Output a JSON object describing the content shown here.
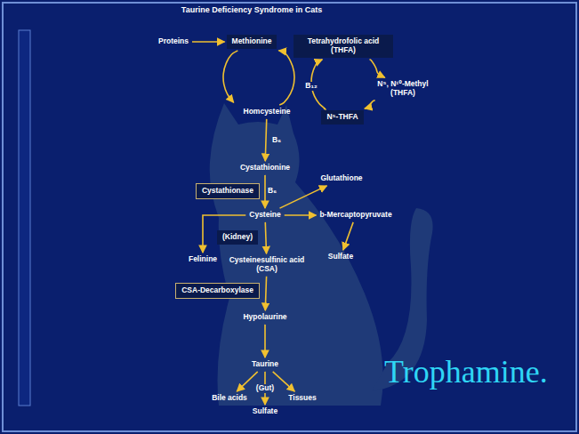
{
  "diagram": {
    "title": "Taurine Deficiency Syndrome in Cats",
    "nodes": [
      {
        "text": [
          "Proteins"
        ]
      },
      {
        "text": [
          "Methionine"
        ]
      },
      {
        "text": [
          "Tetrahydrofolic acid (THFA)"
        ]
      },
      {
        "text": [
          "N⁵, N¹⁰-Methyl (THFA)"
        ]
      },
      {
        "text": [
          "N⁵-THFA"
        ]
      },
      {
        "text": [
          "Homcysteine"
        ]
      },
      {
        "text": [
          "Cystathionine"
        ]
      },
      {
        "text": [
          "Cystathionase",
          "B₆"
        ]
      },
      {
        "text": [
          "Glutathione"
        ]
      },
      {
        "text": [
          "Cysteine"
        ]
      },
      {
        "text": [
          "b-Mercaptopyruvate"
        ]
      },
      {
        "text": [
          "(Kidney)"
        ]
      },
      {
        "text": [
          "Felinine"
        ]
      },
      {
        "text": [
          "Cysteinesulfinic acid (CSA)"
        ]
      },
      {
        "text": [
          "Sulfate"
        ]
      },
      {
        "text": [
          "CSA-Decarboxylase"
        ]
      },
      {
        "text": [
          "Hypolaurine"
        ]
      },
      {
        "text": [
          "Taurine"
        ]
      },
      {
        "text": [
          "Bile acids"
        ]
      },
      {
        "text": [
          "Tissues"
        ]
      },
      {
        "text": [
          "Sulfate"
        ]
      }
    ],
    "edges": [
      {
        "from": 0,
        "to": 1,
        "arrow": "to"
      },
      {
        "from": 1,
        "to": 5,
        "arrow": "to"
      },
      {
        "from": 5,
        "to": 1,
        "arrow": "to"
      },
      {
        "from": 2,
        "to": 3,
        "arrow": "to"
      },
      {
        "from": 3,
        "to": 4,
        "arrow": "to"
      },
      {
        "from": 4,
        "to": 2,
        "arrow": "to"
      },
      {
        "from": 5,
        "to": 6,
        "arrow": "to"
      },
      {
        "from": 6,
        "to": 9,
        "arrow": "to"
      },
      {
        "from": 9,
        "to": 8,
        "arrow": "to"
      },
      {
        "from": 9,
        "to": 10,
        "arrow": "to"
      },
      {
        "from": 9,
        "to": 12,
        "arrow": "to"
      },
      {
        "from": 9,
        "to": 13,
        "arrow": "to"
      },
      {
        "from": 10,
        "to": 14,
        "arrow": "to"
      },
      {
        "from": 13,
        "to": 16,
        "arrow": "to"
      },
      {
        "from": 16,
        "to": 17,
        "arrow": "to"
      },
      {
        "from": 17,
        "to": 18,
        "arrow": "to"
      },
      {
        "from": 17,
        "to": 19,
        "arrow": "to"
      },
      {
        "from": 17,
        "to": 20,
        "arrow": "to"
      }
    ],
    "labels": [
      "B₁₂",
      "B₆",
      "(Gut)",
      "Trophamine."
    ]
  }
}
